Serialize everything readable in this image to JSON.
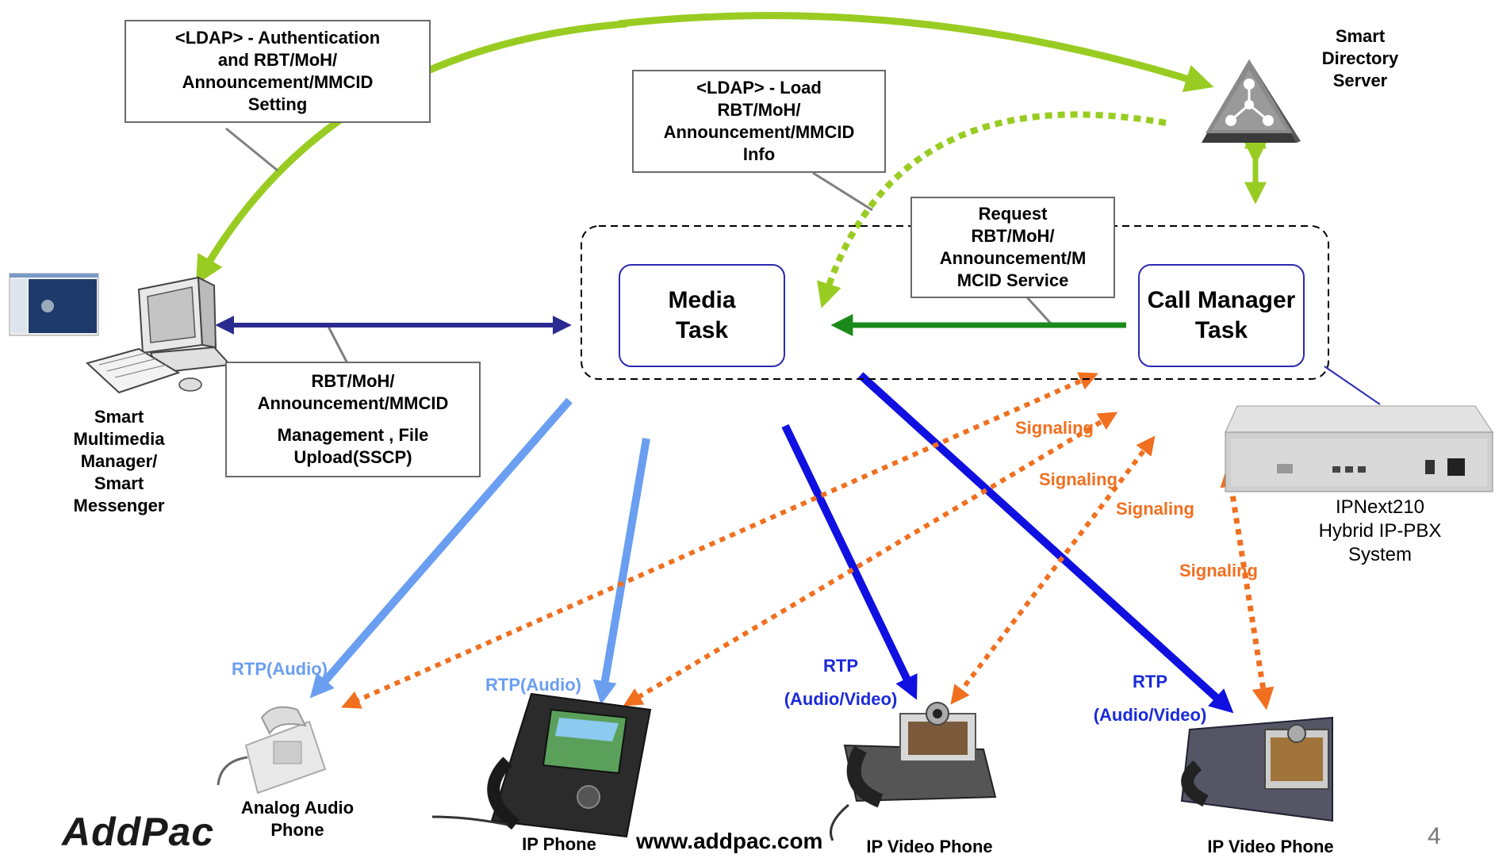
{
  "boxes": {
    "ldap_auth": [
      "<LDAP> - Authentication",
      "and RBT/MoH/",
      "Announcement/MMCID",
      "Setting"
    ],
    "ldap_load": [
      "<LDAP> - Load",
      "RBT/MoH/",
      "Announcement/MMCID",
      "Info"
    ],
    "request": [
      "Request",
      "RBT/MoH/",
      "Announcement/M",
      "MCID Service"
    ],
    "management": [
      "RBT/MoH/",
      "Announcement/MMCID",
      "Management , File",
      "Upload(SSCP)"
    ]
  },
  "tasks": {
    "media": [
      "Media",
      "Task"
    ],
    "call_manager": [
      "Call Manager",
      "Task"
    ]
  },
  "devices": {
    "directory_server": [
      "Smart",
      "Directory",
      "Server"
    ],
    "multimedia_manager": [
      "Smart",
      "Multimedia",
      "Manager/",
      "Smart",
      "Messenger"
    ],
    "ipnext": [
      "IPNext210",
      "Hybrid IP-PBX",
      "System"
    ],
    "analog_phone": [
      "Analog Audio",
      "Phone"
    ],
    "ip_phone": "IP  Phone",
    "ip_video_phone_1": "IP Video Phone",
    "ip_video_phone_2": "IP Video Phone"
  },
  "labels": {
    "signaling_1": "Signaling",
    "signaling_2": "Signaling",
    "signaling_3": "Signaling",
    "signaling_4": "Signaling",
    "rtp_audio_1": "RTP(Audio)",
    "rtp_audio_2": "RTP(Audio)",
    "rtp_video_1": [
      "RTP",
      "(Audio/Video)"
    ],
    "rtp_video_2": [
      "RTP",
      "(Audio/Video)"
    ]
  },
  "footer": {
    "logo": "AddPac",
    "website": "www.addpac.com",
    "page_number": "4"
  },
  "colors": {
    "ldap_arrow": "#99cc22",
    "management_arrow": "#2a2a90",
    "request_arrow": "#1a8a1a",
    "rtp_audio": "#6a9ef0",
    "rtp_video": "#1010e0",
    "signaling": "#f07020"
  }
}
